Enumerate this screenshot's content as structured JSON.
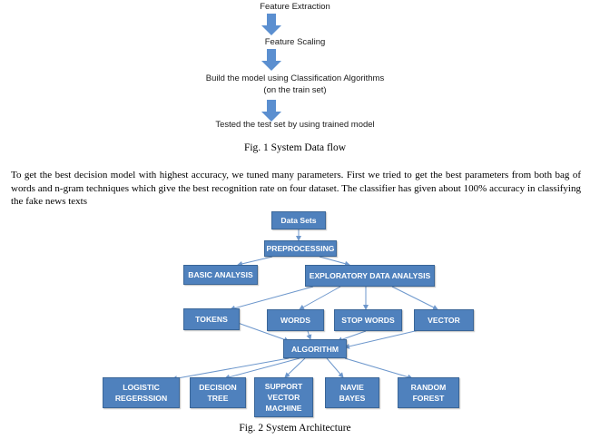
{
  "figure1": {
    "steps": {
      "s1": "Feature Extraction",
      "s2": "Feature Scaling",
      "s3a": "Build the model using Classification Algorithms",
      "s3b": "(on the train set)",
      "s4": "Tested the test set by using trained model"
    },
    "caption": "Fig. 1 System Data flow"
  },
  "paragraph": "To get the best decision model with highest accuracy, we tuned many parameters. First we tried to get the best parameters from both bag of words and n-gram techniques which give the best recognition rate on four dataset. The classifier has given about 100% accuracy in classifying the fake news texts",
  "figure2": {
    "nodes": {
      "datasets": "Data Sets",
      "preprocessing": "PREPROCESSING",
      "basic_analysis": "BASIC ANALYSIS",
      "eda": "EXPLORATORY DATA ANALYSIS",
      "tokens": "TOKENS",
      "words": "WORDS",
      "stop_words": "STOP WORDS",
      "vector": "VECTOR",
      "algorithm": "ALGORITHM",
      "logistic_1": "LOGISTIC",
      "logistic_2": "REGERSSION",
      "decision_1": "DECISION",
      "decision_2": "TREE",
      "svm_1": "SUPPORT",
      "svm_2": "VECTOR",
      "svm_3": "MACHINE",
      "naive_1": "NAVIE",
      "naive_2": "BAYES",
      "rf_1": "RANDOM",
      "rf_2": "FOREST"
    },
    "caption": "Fig. 2 System Architecture"
  },
  "colors": {
    "node_fill": "#4f81bd",
    "node_border": "#3a6698",
    "arrow": "#5b8fd0",
    "connector": "#6d97cc"
  }
}
